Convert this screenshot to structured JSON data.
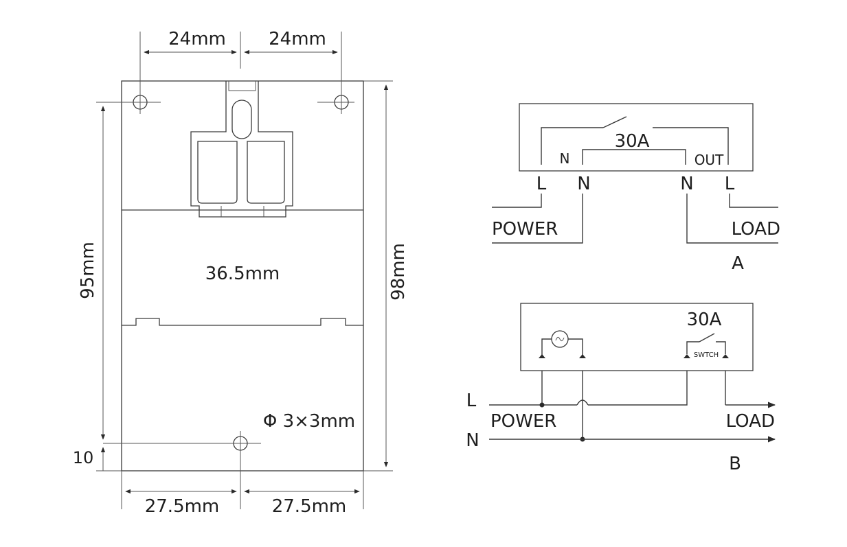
{
  "dimensions": {
    "top_left": "24mm",
    "top_right": "24mm",
    "height_left": "95mm",
    "height_right": "98mm",
    "inner_width": "36.5mm",
    "hole": "Φ 3×3mm",
    "bottom_offset": "10",
    "bottom_left": "27.5mm",
    "bottom_right": "27.5mm"
  },
  "diagram_a": {
    "rating": "30A",
    "internal_n": "N",
    "internal_out": "OUT",
    "terminals": [
      "L",
      "N",
      "N",
      "L"
    ],
    "power_label": "POWER",
    "load_label": "LOAD",
    "caption": "A"
  },
  "diagram_b": {
    "rating": "30A",
    "switch_label": "SWTCH",
    "line_l": "L",
    "line_n": "N",
    "power_label": "POWER",
    "load_label": "LOAD",
    "caption": "B"
  }
}
